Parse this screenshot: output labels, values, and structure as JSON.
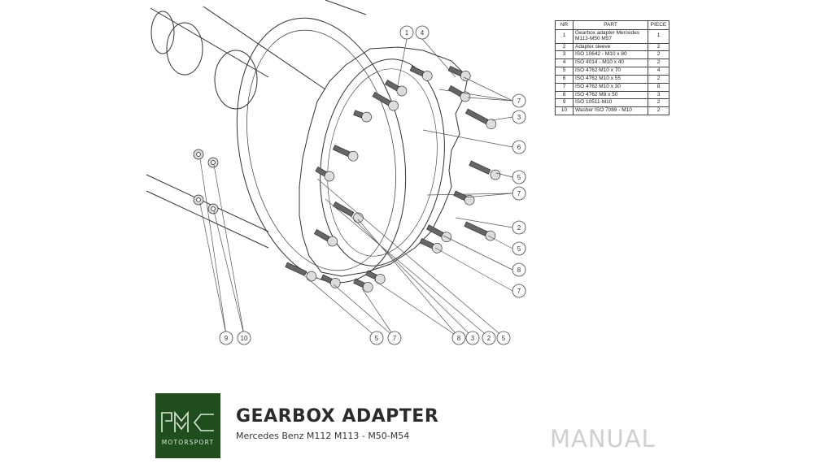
{
  "table": {
    "headers": [
      "NR",
      "PART",
      "PIECE"
    ],
    "rows": [
      [
        "1",
        "Gearbox adapter Mercedes M113-M50 M57",
        "1"
      ],
      [
        "2",
        "Adapter sleeve",
        "2"
      ],
      [
        "3",
        "ISO 10642 - M10 x 80",
        "2"
      ],
      [
        "4",
        "ISO 4014 - M10 x 40",
        "2"
      ],
      [
        "5",
        "ISO 4762 M10 x 70",
        "4"
      ],
      [
        "6",
        "ISO 4762 M10 x 55",
        "2"
      ],
      [
        "7",
        "ISO 4762 M10 x 30",
        "8"
      ],
      [
        "8",
        "ISO 4762 M8 x 50",
        "3"
      ],
      [
        "9",
        "ISO 10511-M10",
        "2"
      ],
      [
        "10",
        "Washer ISO 7089 - M10",
        "2"
      ]
    ]
  },
  "callouts": [
    "1",
    "4",
    "7",
    "3",
    "6",
    "5",
    "7",
    "2",
    "5",
    "8",
    "7",
    "9",
    "10",
    "5",
    "7",
    "8",
    "3",
    "2",
    "5"
  ],
  "logo": {
    "sub": "MOTORSPORT",
    "bg_color": "#1f4d1d"
  },
  "title": "GEARBOX ADAPTER",
  "subtitle": "Mercedes Benz M112 M113 - M50-M54",
  "doc_type": "MANUAL"
}
